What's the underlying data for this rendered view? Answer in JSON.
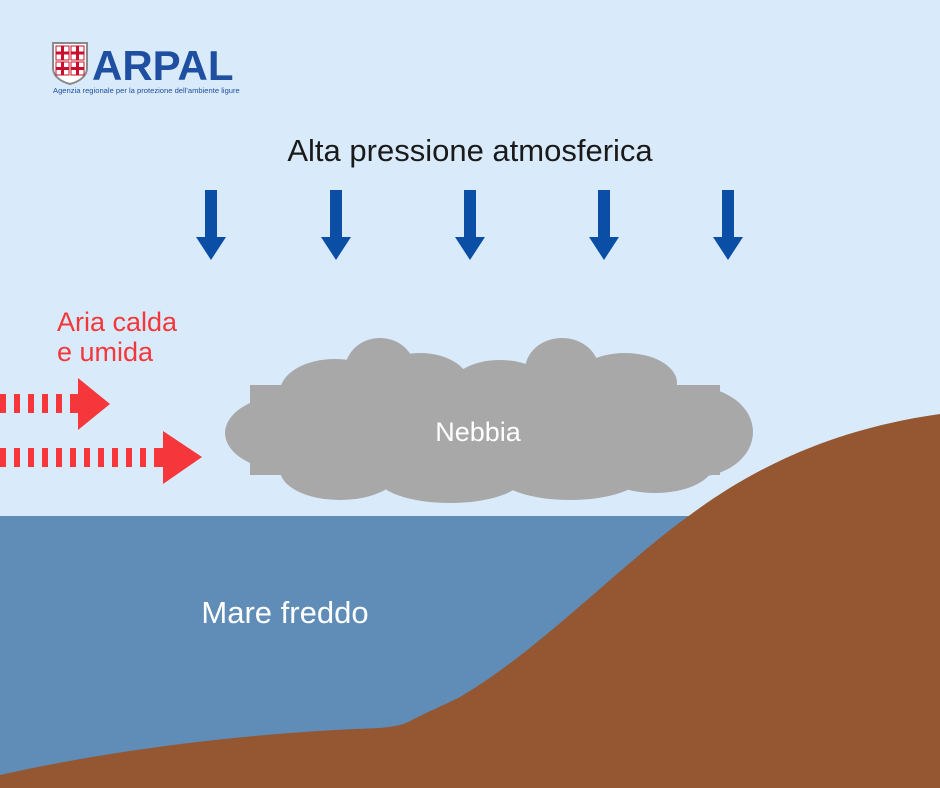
{
  "logo": {
    "name": "ARPAL",
    "tagline": "Agenzia regionale per la protezione dell'ambiente ligure"
  },
  "labels": {
    "pressure": "Alta pressione atmosferica",
    "warm_air_line1": "Aria calda",
    "warm_air_line2": "e umida",
    "fog": "Nebbia",
    "sea": "Mare freddo"
  },
  "colors": {
    "sky": "#d9ebfa",
    "sea": "#5f8db8",
    "land": "#945731",
    "cloud": "#a8a8a8",
    "pressure_arrow": "#0a4ea6",
    "warm_air": "#f5363a",
    "logo": "#1f4fa0"
  }
}
